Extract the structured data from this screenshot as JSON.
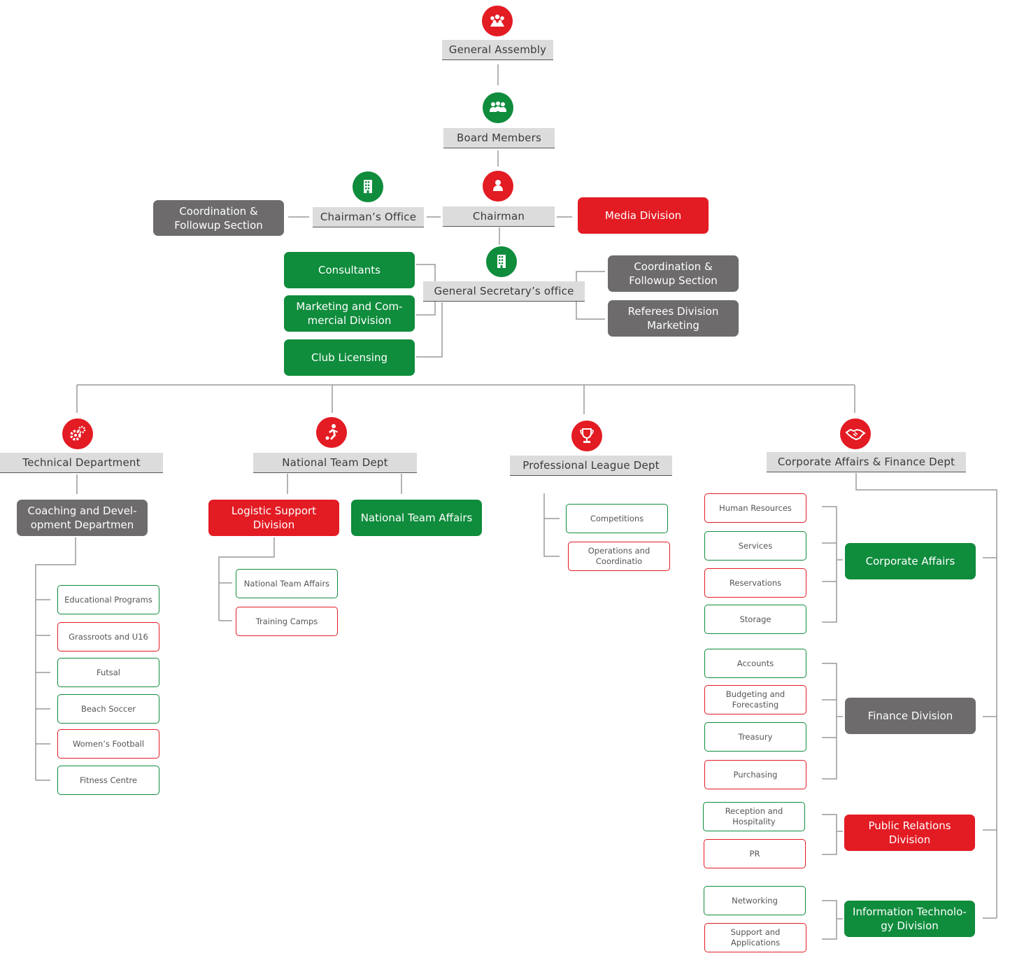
{
  "colors": {
    "red": "#e31b23",
    "green": "#0f8c3c",
    "gray": "#6d6b6c",
    "bar": "#dcdcdc",
    "line": "#9a9a9a"
  },
  "top": {
    "general_assembly": {
      "label": "General Assembly",
      "icon": "people-group-icon"
    },
    "board_members": {
      "label": "Board Members",
      "icon": "board-members-icon"
    },
    "chairman": {
      "label": "Chairman",
      "icon": "person-icon"
    },
    "chairmans_office": {
      "label": "Chairman’s Office",
      "icon": "building-icon"
    },
    "coordination_left": "Coordination & Followup Section",
    "media_division": "Media Division",
    "general_secretary": {
      "label": "General Secretary’s office",
      "icon": "building-icon"
    },
    "consultants": "Consultants",
    "marketing": "Marketing and Com-mercial Division",
    "club_licensing": "Club Licensing",
    "coordination_right": "Coordination & Followup Section",
    "referees": "Referees Division Marketing"
  },
  "technical": {
    "label": "Technical Department",
    "icon": "gears-icon",
    "coaching": "Coaching and Devel-opment Departmen",
    "items": [
      "Educational Programs",
      "Grassroots and U16",
      "Futsal",
      "Beach Soccer",
      "Women’s Football",
      "Fitness Centre"
    ]
  },
  "national": {
    "label": "National Team Dept",
    "icon": "soccer-player-icon",
    "logistic": "Logistic Support Division",
    "affairs": "National Team Affairs",
    "items": [
      "National Team Affairs",
      "Training Camps"
    ]
  },
  "league": {
    "label": "Professional League Dept",
    "icon": "trophy-icon",
    "items": [
      "Competitions",
      "Operations and Coordinatio"
    ]
  },
  "corporate": {
    "label": "Corporate Affairs & Finance Dept",
    "icon": "handshake-icon",
    "corporate_affairs": {
      "label": "Corporate Affairs",
      "items": [
        "Human Resources",
        "Services",
        "Reservations",
        "Storage"
      ]
    },
    "finance": {
      "label": "Finance Division",
      "items": [
        "Accounts",
        "Budgeting and Forecasting",
        "Treasury",
        "Purchasing"
      ]
    },
    "public_relations": {
      "label": "Public Relations Division",
      "items": [
        "Reception and Hospitality",
        "PR"
      ]
    },
    "it": {
      "label": "Information Technolo-gy Division",
      "items": [
        "Networking",
        "Support and Applications"
      ]
    }
  }
}
